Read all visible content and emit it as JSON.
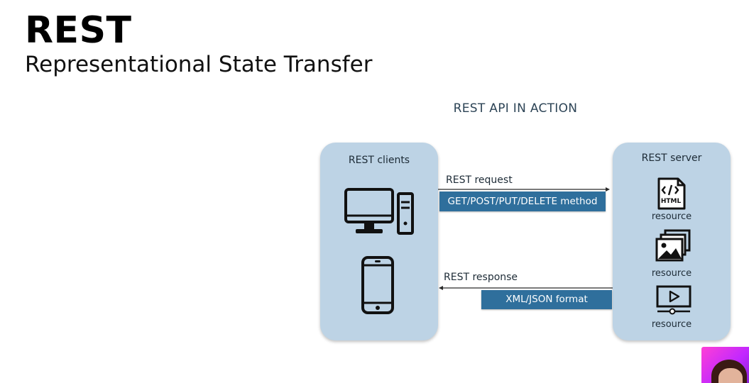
{
  "slide": {
    "title": "REST",
    "subtitle": "Representational State Transfer"
  },
  "diagram": {
    "heading": "REST API IN ACTION",
    "clients": {
      "label": "REST clients",
      "devices": [
        "desktop-computer-icon",
        "smartphone-icon"
      ]
    },
    "server": {
      "label": "REST server",
      "resources": [
        {
          "icon": "html-file-icon",
          "icon_text": "HTML",
          "label": "resource"
        },
        {
          "icon": "images-icon",
          "label": "resource"
        },
        {
          "icon": "video-player-icon",
          "label": "resource"
        }
      ]
    },
    "request": {
      "label": "REST request",
      "badge": "GET/POST/PUT/DELETE method"
    },
    "response": {
      "label": "REST response",
      "badge": "XML/JSON format"
    }
  },
  "colors": {
    "panel": "#bdd3e5",
    "badge": "#2f6f9c",
    "text": "#1d2b36",
    "heading": "#2d4456"
  }
}
